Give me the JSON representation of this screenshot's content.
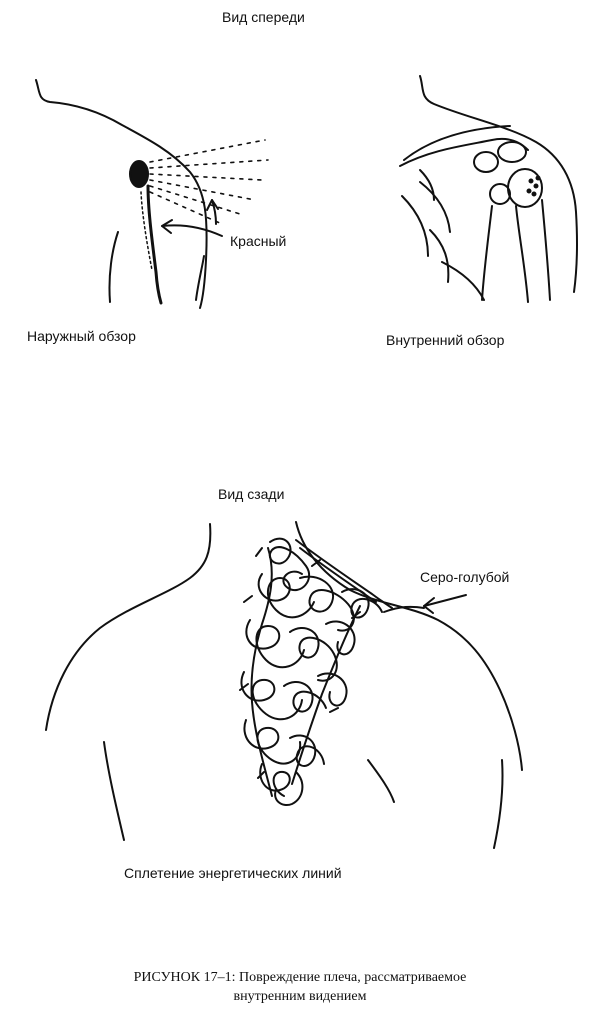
{
  "front_view": {
    "title": "Вид спереди",
    "outer_label": "Наружный обзор",
    "inner_label": "Внутренний обзор",
    "red_label": "Красный"
  },
  "back_view": {
    "title": "Вид сзади",
    "grey_label": "Серо-голубой",
    "tangle_label": "Сплетение энергетических линий"
  },
  "caption": {
    "line1": "РИСУНОК 17–1:  Повреждение плеча, рассматриваемое",
    "line2": "внутренним видением"
  },
  "colors": {
    "ink": "#111111",
    "paper": "#ffffff"
  }
}
